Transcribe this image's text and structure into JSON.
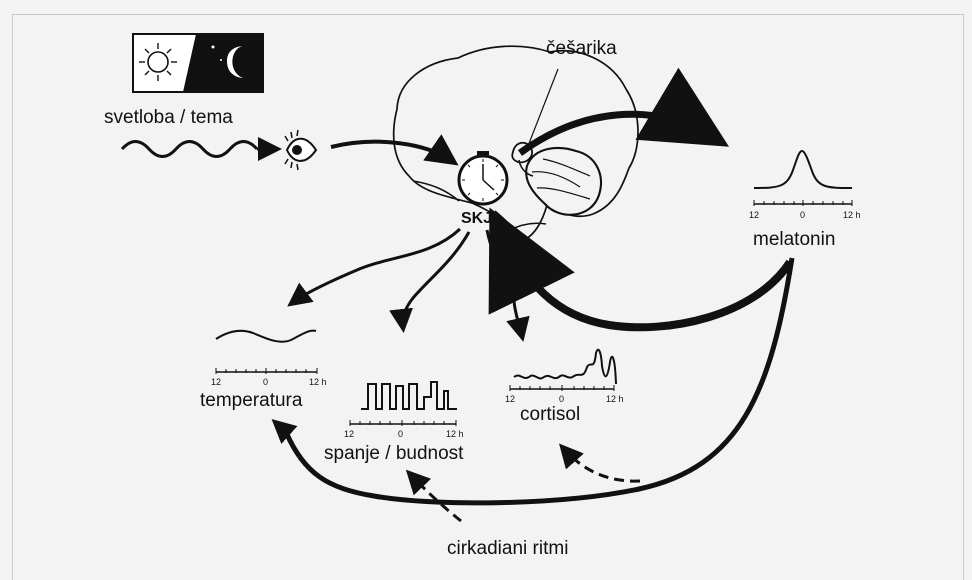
{
  "labels": {
    "light_dark": "svetloba / tema",
    "pineal": "češarika",
    "scn": "SKJ",
    "melatonin": "melatonin",
    "temperature": "temperatura",
    "sleep_wake": "spanje / budnost",
    "cortisol": "cortisol",
    "circadian": "cirkadiani ritmi"
  },
  "axes": {
    "left": "12",
    "center": "0",
    "right": "12 h"
  },
  "colors": {
    "ink": "#111111",
    "frame": "#c7c7c7",
    "background": "#f3f3f3"
  },
  "icons": {
    "sun": "sun-icon",
    "moon": "moon-icon",
    "eye": "eye-icon",
    "clock": "clock-icon",
    "brain": "brain-outline"
  }
}
